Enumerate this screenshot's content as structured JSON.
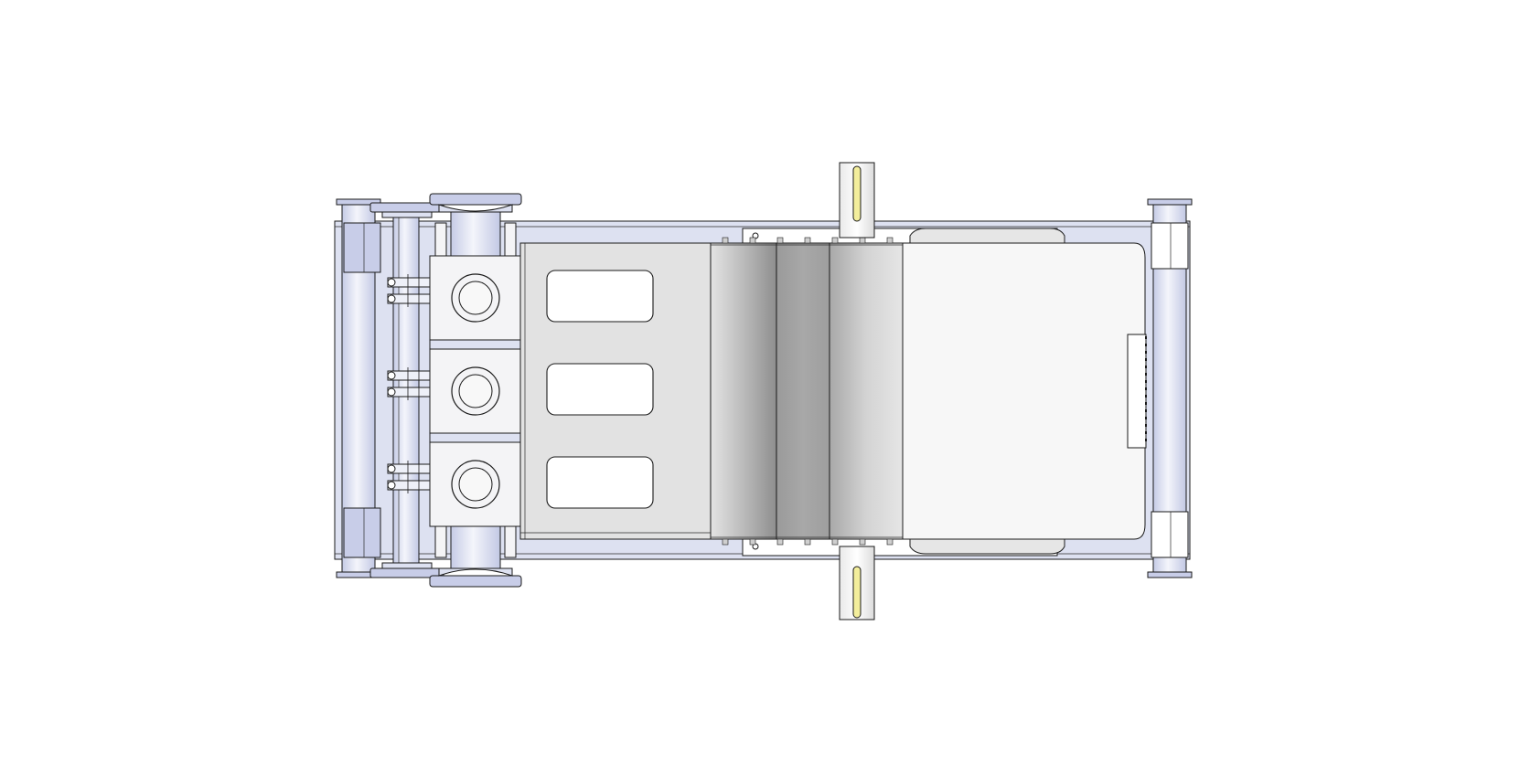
{
  "view": {
    "type": "cad-top-view",
    "subject": "triplex-pump-assembly",
    "background": "#ffffff"
  },
  "colors": {
    "frame_fill": "#dde1f1",
    "frame_rail": "#c8cde8",
    "steel_light": "#eef0f8",
    "fluid_end": "#f4f4f6",
    "power_frame": "#e2e2e2",
    "gear_dark": "#9c9c9c",
    "gear_mid": "#c3c3c3",
    "crankcase": "#f7f7f7",
    "shaft_key": "#f3ee9c",
    "outline": "#1a1a1a"
  },
  "components": {
    "plunger_count": 3,
    "inspection_window_count": 3,
    "suction_manifold_flange_count": 2,
    "discharge_manifold_flange_count": 2,
    "crankshaft_ends": 2
  }
}
